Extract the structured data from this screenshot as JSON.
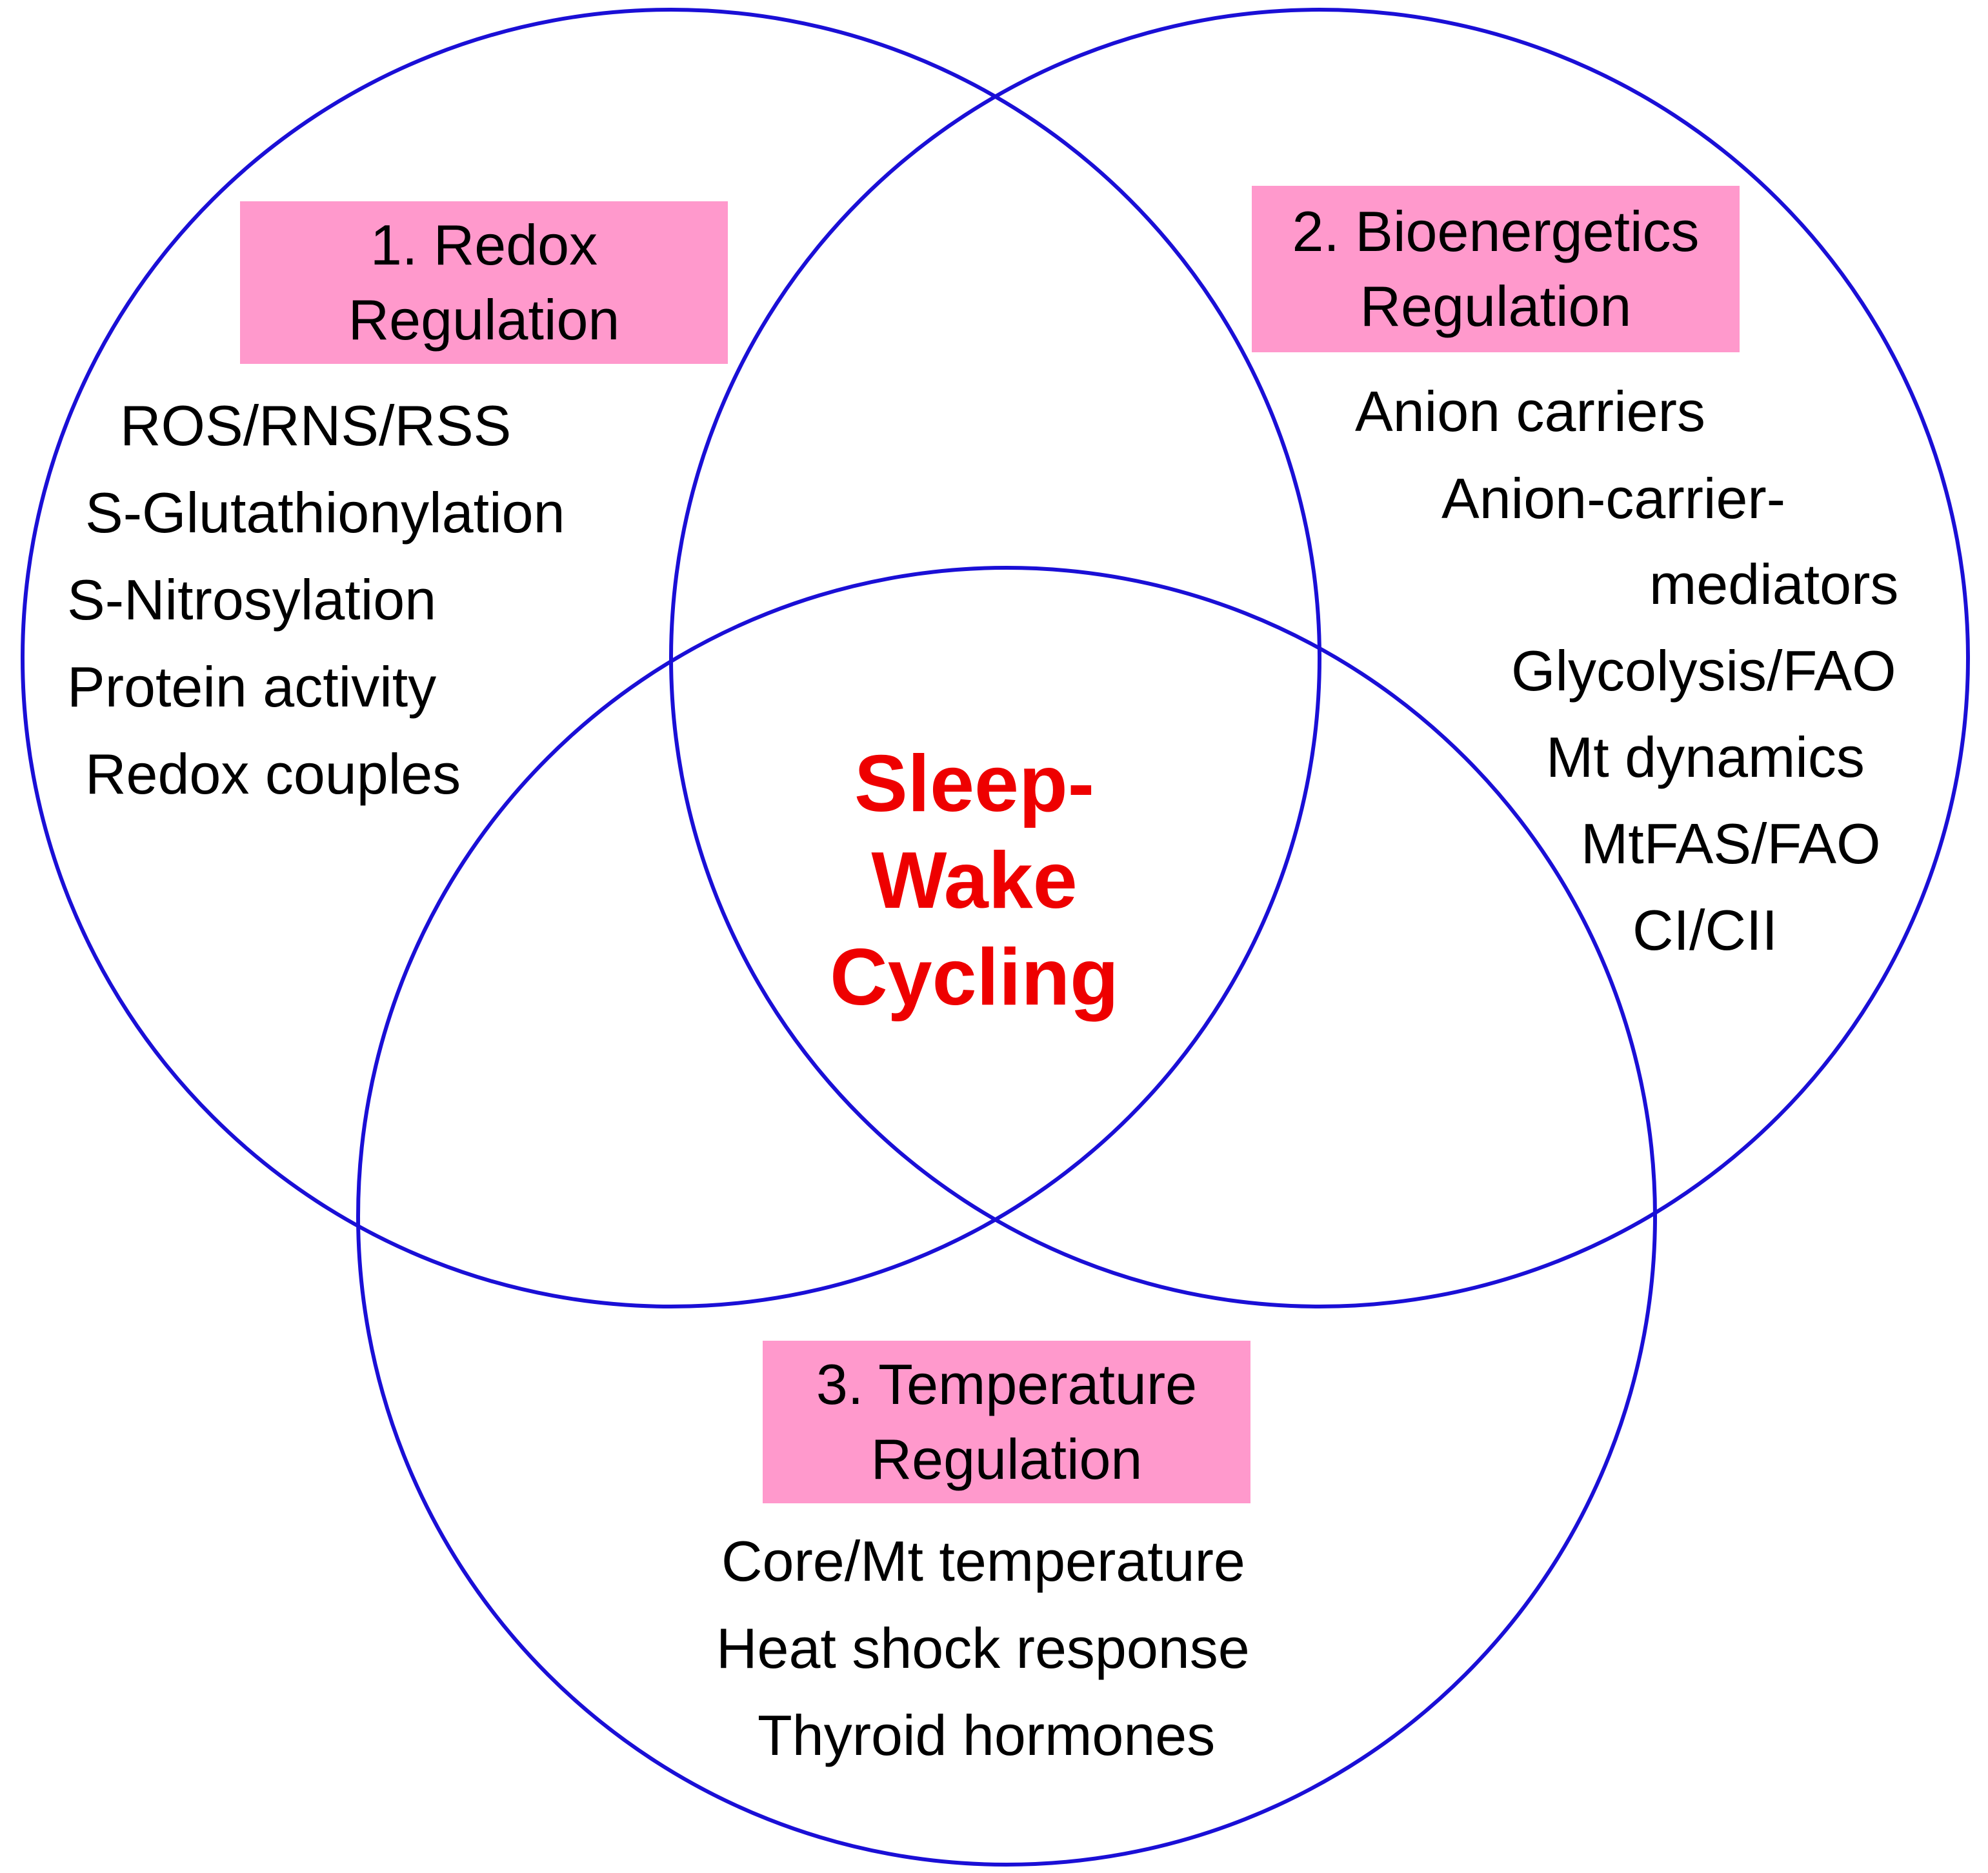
{
  "colors": {
    "circle_stroke": "#1a0fd6",
    "label_fill": "#ff99cc",
    "center_text": "#ee0000"
  },
  "diagram": {
    "redox": {
      "title_line1": "1. Redox",
      "title_line2": "Regulation",
      "items": [
        "ROS/RNS/RSS",
        "S-Glutathionylation",
        "S-Nitrosylation",
        "Protein activity",
        "Redox couples"
      ]
    },
    "bioenergetics": {
      "title_line1": "2. Bioenergetics",
      "title_line2": "Regulation",
      "items": [
        "Anion carriers",
        "Anion-carrier-",
        "mediators",
        "Glycolysis/FAO",
        "Mt dynamics",
        "MtFAS/FAO",
        "CI/CII"
      ]
    },
    "temperature": {
      "title_line1": "3. Temperature",
      "title_line2": "Regulation",
      "items": [
        "Core/Mt temperature",
        "Heat shock response",
        "Thyroid hormones"
      ]
    },
    "center": {
      "line1": "Sleep-",
      "line2": "Wake",
      "line3": "Cycling"
    }
  }
}
